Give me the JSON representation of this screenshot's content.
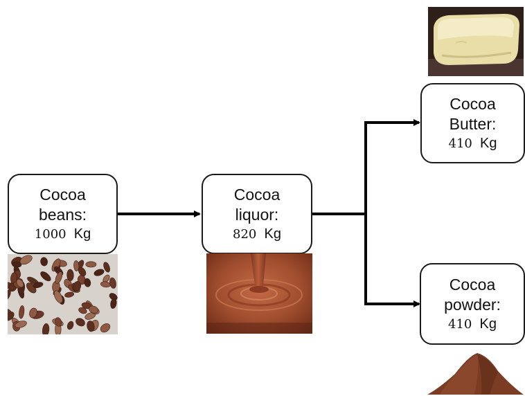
{
  "nodes": {
    "beans": {
      "line1": "Cocoa",
      "line2": "beans:",
      "amount": "1000",
      "unit": "Kg"
    },
    "liquor": {
      "line1": "Cocoa",
      "line2": "liquor:",
      "amount": "820",
      "unit": "Kg"
    },
    "butter": {
      "line1": "Cocoa",
      "line2": "Butter:",
      "amount": "410",
      "unit": "Kg"
    },
    "powder": {
      "line1": "Cocoa",
      "line2": "powder:",
      "amount": "410",
      "unit": "Kg"
    }
  },
  "images": {
    "beans": "cocoa-beans-photo",
    "liquor": "cocoa-liquor-photo",
    "butter": "cocoa-butter-photo",
    "powder": "cocoa-powder-photo"
  },
  "colors": {
    "arrow": "#000000",
    "box_border": "#1a1a1a",
    "liquor": "#9b4a2c",
    "powder": "#7a3b22",
    "butter": "#eee3b0",
    "bean": "#6e3b26"
  }
}
